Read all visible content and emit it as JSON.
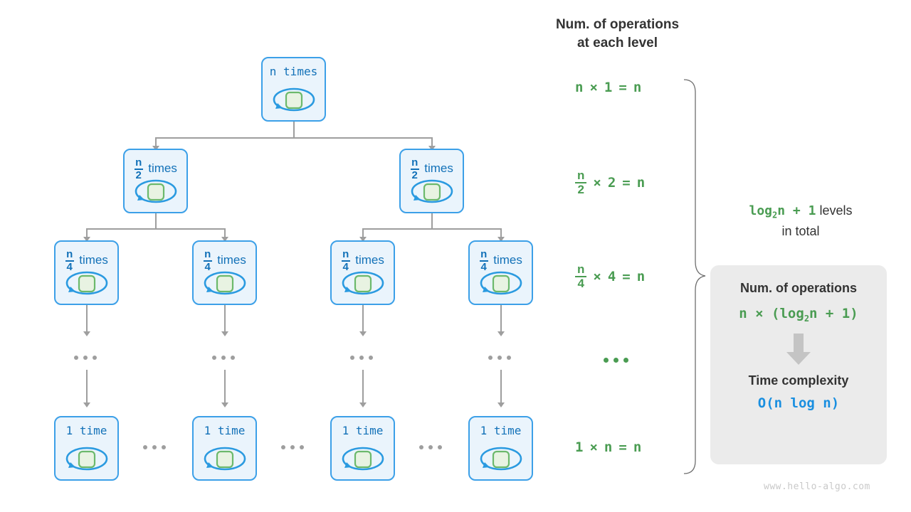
{
  "diagram": {
    "title_right": "Num. of operations\nat each level",
    "watermark": "www.hello-algo.com",
    "colors": {
      "node_fill": "#eaf4fc",
      "node_border": "#3ca0e8",
      "node_text": "#1271b8",
      "inner_fill": "#e8f3e2",
      "inner_border": "#6cb96c",
      "edge": "#9e9e9e",
      "green": "#4a9c52",
      "blue": "#1a8fe0",
      "card_bg": "#ebebeb",
      "heading": "#333333"
    },
    "levels": [
      {
        "level": 1,
        "nodes": [
          {
            "label": "n times",
            "mono": true
          }
        ],
        "operations": {
          "factor": "n",
          "count": "1",
          "result": "n",
          "text": "n × 1 = n"
        }
      },
      {
        "level": 2,
        "nodes": [
          {
            "num": "n",
            "den": "2",
            "word": "times"
          },
          {
            "num": "n",
            "den": "2",
            "word": "times"
          }
        ],
        "operations": {
          "num": "n",
          "den": "2",
          "count": "2",
          "result": "n",
          "text": "n/2 × 2 = n"
        }
      },
      {
        "level": 3,
        "nodes": [
          {
            "num": "n",
            "den": "4",
            "word": "times"
          },
          {
            "num": "n",
            "den": "4",
            "word": "times"
          },
          {
            "num": "n",
            "den": "4",
            "word": "times"
          },
          {
            "num": "n",
            "den": "4",
            "word": "times"
          }
        ],
        "operations": {
          "num": "n",
          "den": "4",
          "count": "4",
          "result": "n",
          "text": "n/4 × 4 = n"
        }
      },
      {
        "level": 4,
        "nodes": [
          {
            "label": "...",
            "ellipsis": true
          }
        ],
        "operations": {
          "text": "..."
        }
      },
      {
        "level": 5,
        "nodes": [
          {
            "label": "1 time",
            "mono": true
          },
          {
            "label": "1 time",
            "mono": true
          },
          {
            "label": "1 time",
            "mono": true
          },
          {
            "label": "1 time",
            "mono": true
          }
        ],
        "operations": {
          "factor": "1",
          "count": "n",
          "result": "n",
          "text": "1 × n = n"
        }
      }
    ],
    "operators": {
      "times": "×",
      "equals": "="
    },
    "brace_note": {
      "formula_prefix": "log",
      "formula_sub": "2",
      "formula_suffix": "n + 1",
      "text_line1": "levels",
      "text_line2": "in total"
    },
    "summary_card": {
      "heading1": "Num. of operations",
      "formula1_prefix": "n × (log",
      "formula1_sub": "2",
      "formula1_suffix": "n + 1)",
      "arrow": "down-arrow",
      "heading2": "Time complexity",
      "formula2": "O(n log n)"
    }
  }
}
